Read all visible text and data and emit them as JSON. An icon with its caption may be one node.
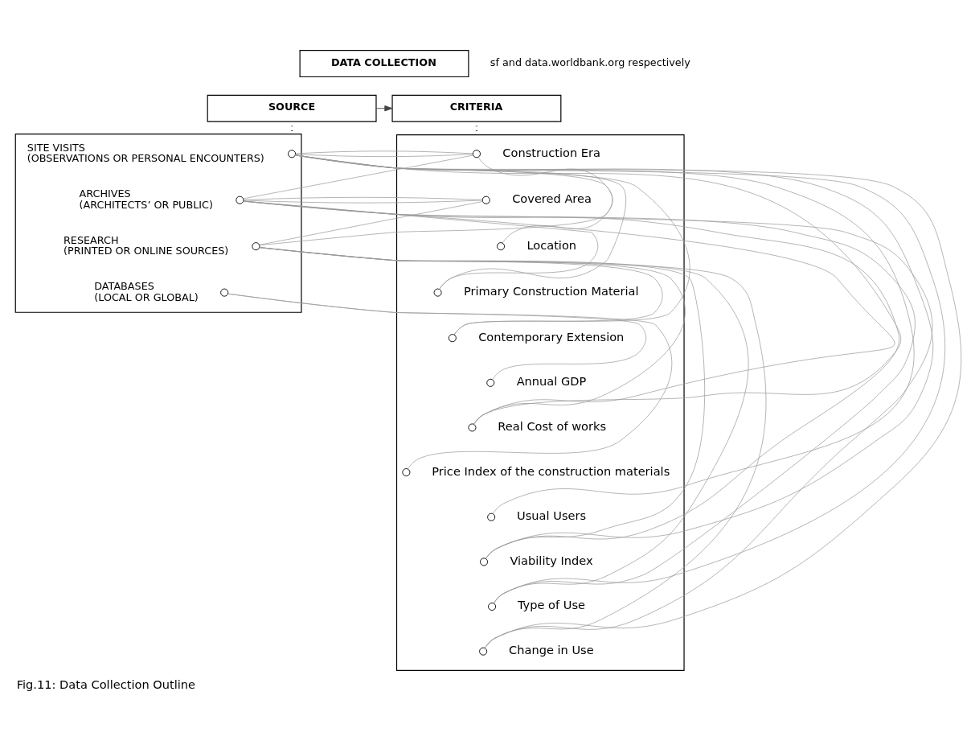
{
  "diagram": {
    "caption": "Fig.11: Data Collection Outline",
    "nodes": [
      {
        "text": [
          "DATA COLLECTION"
        ]
      },
      {
        "text": [
          "SOURCE"
        ]
      },
      {
        "text": [
          "CRITERIA"
        ]
      },
      {
        "text": [],
        "shape": "box"
      },
      {
        "text": [],
        "shape": "circle",
        "in": 3,
        "beside": [
          "SITE VISITS",
          "(OBSERVATIONS OR PERSONAL ENCOUNTERS)"
        ]
      },
      {
        "text": [],
        "shape": "circle",
        "in": 3,
        "beside": [
          "ARCHIVES",
          "(ARCHITECTS’ OR PUBLIC)"
        ]
      },
      {
        "text": [],
        "shape": "circle",
        "in": 3,
        "beside": [
          "RESEARCH",
          "(PRINTED OR ONLINE SOURCES)"
        ]
      },
      {
        "text": [],
        "shape": "circle",
        "in": 3,
        "beside": [
          "DATABASES",
          "(LOCAL OR GLOBAL)"
        ]
      },
      {
        "text": [],
        "shape": "box"
      },
      {
        "text": [],
        "shape": "circle",
        "in": 8,
        "beside": [
          "Construction Era"
        ]
      },
      {
        "text": [],
        "shape": "circle",
        "in": 8,
        "beside": [
          "Covered Area"
        ]
      },
      {
        "text": [],
        "shape": "circle",
        "in": 8,
        "beside": [
          "Location"
        ]
      },
      {
        "text": [],
        "shape": "circle",
        "in": 8,
        "beside": [
          "Primary Construction Material"
        ]
      },
      {
        "text": [],
        "shape": "circle",
        "in": 8,
        "beside": [
          "Contemporary Extension"
        ]
      },
      {
        "text": [],
        "shape": "circle",
        "in": 8,
        "beside": [
          "Annual GDP"
        ]
      },
      {
        "text": [],
        "shape": "circle",
        "in": 8,
        "beside": [
          "Real Cost of works"
        ]
      },
      {
        "text": [],
        "shape": "circle",
        "in": 8,
        "beside": [
          "Price Index of the construction materials"
        ]
      },
      {
        "text": [],
        "shape": "circle",
        "in": 8,
        "beside": [
          "Usual Users"
        ]
      },
      {
        "text": [],
        "shape": "circle",
        "in": 8,
        "beside": [
          "Viability Index"
        ]
      },
      {
        "text": [],
        "shape": "circle",
        "in": 8,
        "beside": [
          "Type of Use"
        ]
      },
      {
        "text": [],
        "shape": "circle",
        "in": 8,
        "beside": [
          "Change in Use"
        ]
      }
    ],
    "edges": [
      {
        "from": 1,
        "to": 2,
        "arrow": "to"
      },
      {
        "from": 1,
        "to": 3,
        "arrow": "none",
        "style": "dashed"
      },
      {
        "from": 2,
        "to": 8,
        "arrow": "none",
        "style": "dashed"
      },
      {
        "from": 4,
        "to": 9,
        "arrow": "none"
      },
      {
        "from": 4,
        "to": 11,
        "arrow": "none"
      },
      {
        "from": 4,
        "to": 12,
        "arrow": "none"
      },
      {
        "from": 4,
        "to": 13,
        "arrow": "none"
      },
      {
        "from": 4,
        "to": 15,
        "arrow": "none"
      },
      {
        "from": 4,
        "to": 17,
        "arrow": "none"
      },
      {
        "from": 4,
        "to": 18,
        "arrow": "none"
      },
      {
        "from": 4,
        "to": 19,
        "arrow": "none"
      },
      {
        "from": 4,
        "to": 20,
        "arrow": "none"
      },
      {
        "from": 5,
        "to": 9,
        "arrow": "none"
      },
      {
        "from": 5,
        "to": 10,
        "arrow": "none"
      },
      {
        "from": 5,
        "to": 12,
        "arrow": "none"
      },
      {
        "from": 5,
        "to": 15,
        "arrow": "none"
      },
      {
        "from": 5,
        "to": 18,
        "arrow": "none"
      },
      {
        "from": 5,
        "to": 19,
        "arrow": "none"
      },
      {
        "from": 5,
        "to": 20,
        "arrow": "none"
      },
      {
        "from": 6,
        "to": 9,
        "arrow": "none"
      },
      {
        "from": 6,
        "to": 10,
        "arrow": "none"
      },
      {
        "from": 6,
        "to": 13,
        "arrow": "none"
      },
      {
        "from": 6,
        "to": 15,
        "arrow": "none"
      },
      {
        "from": 6,
        "to": 18,
        "arrow": "none"
      },
      {
        "from": 6,
        "to": 19,
        "arrow": "none"
      },
      {
        "from": 6,
        "to": 20,
        "arrow": "none"
      },
      {
        "from": 7,
        "to": 14,
        "arrow": "none"
      },
      {
        "from": 7,
        "to": 16,
        "arrow": "none"
      }
    ],
    "labels": [
      "sf and data.worldbank.org respectively"
    ]
  }
}
